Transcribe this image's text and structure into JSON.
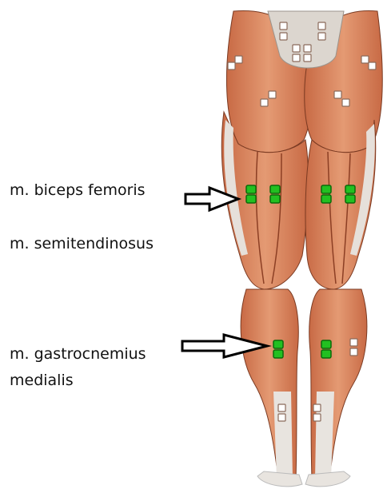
{
  "labels": {
    "biceps_femoris": "m. biceps femoris",
    "semitendinosus": "m. semitendinosus",
    "gastrocnemius_line1": "m. gastrocnemius",
    "gastrocnemius_line2": "medialis"
  },
  "colors": {
    "muscle": "#d9805a",
    "muscle_dark": "#b85f3c",
    "tendon": "#e8e4df",
    "outline": "#7a3a22",
    "electrode_active": "#22c021",
    "electrode_inactive": "#ffffff",
    "arrow_stroke": "#000000"
  },
  "icons": {
    "arrow": "right-arrow-icon",
    "electrode": "electrode-pair-icon"
  }
}
